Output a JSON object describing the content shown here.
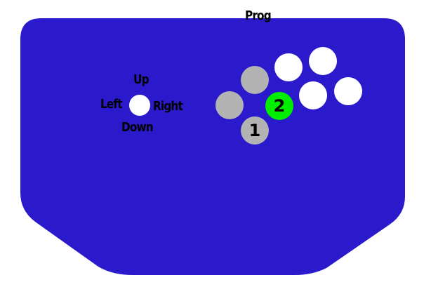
{
  "labels": {
    "prog": "Prog",
    "up": "Up",
    "down": "Down",
    "left": "Left",
    "right": "Right"
  },
  "buttons": [
    {
      "label": "",
      "color": "#b3b3b3"
    },
    {
      "label": "",
      "color": "#b3b3b3"
    },
    {
      "label": "1",
      "color": "#b3b3b3"
    },
    {
      "label": "2",
      "color": "#00ee00"
    },
    {
      "label": "",
      "color": "#ffffff"
    },
    {
      "label": "",
      "color": "#ffffff"
    },
    {
      "label": "",
      "color": "#ffffff"
    },
    {
      "label": "",
      "color": "#ffffff"
    }
  ],
  "colors": {
    "body": "#2b1acb",
    "stick": "#ffffff"
  }
}
